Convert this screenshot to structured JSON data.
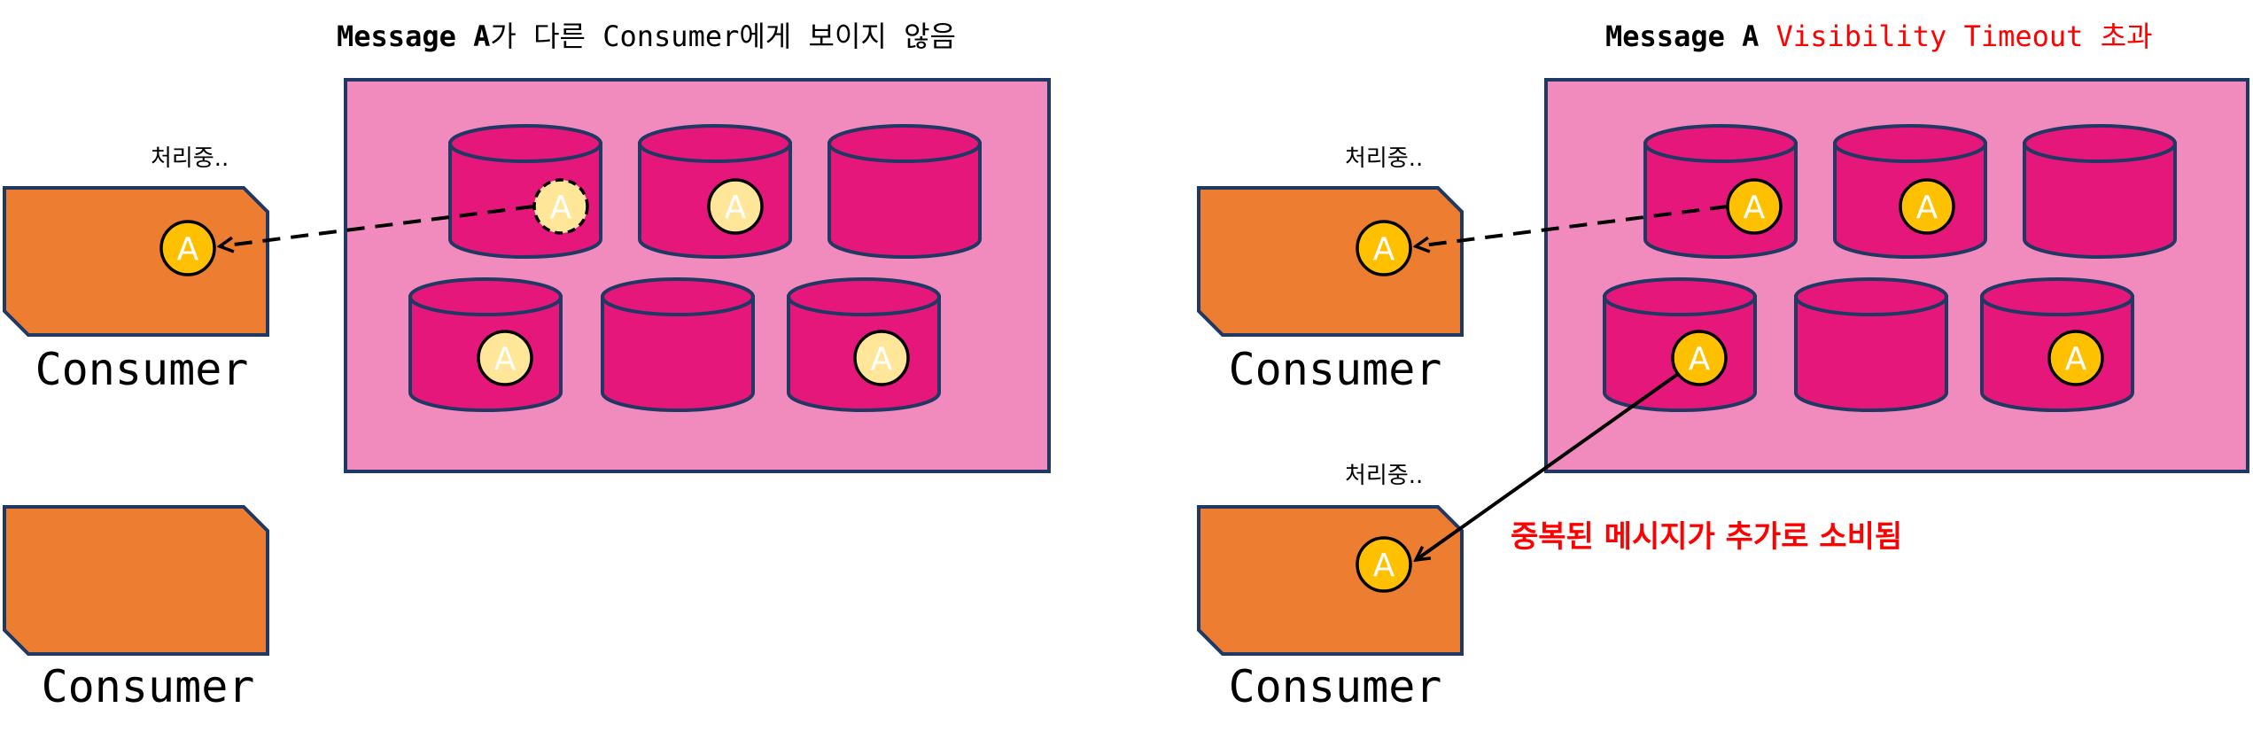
{
  "left_panel": {
    "title_bold": "Message A",
    "title_rest": "가 다른 Consumer에게 보이지 않음",
    "processing_label": "처리중..",
    "consumer1_label": "Consumer",
    "consumer2_label": "Consumer",
    "message_letter": "A"
  },
  "right_panel": {
    "title_bold": "Message A ",
    "title_red": "Visibility Timeout 초과",
    "processing_label_1": "처리중..",
    "processing_label_2": "처리중..",
    "consumer1_label": "Consumer",
    "consumer2_label": "Consumer",
    "duplicate_note": "중복된 메시지가 추가로 소비됨",
    "message_letter": "A"
  },
  "colors": {
    "queue_bg": "#f28bbd",
    "partition": "#e5177a",
    "consumer": "#ed7d31",
    "outline": "#1f3864",
    "message": "#ffc000",
    "message_hidden": "#ffe699",
    "alert_red": "#ff0000"
  }
}
